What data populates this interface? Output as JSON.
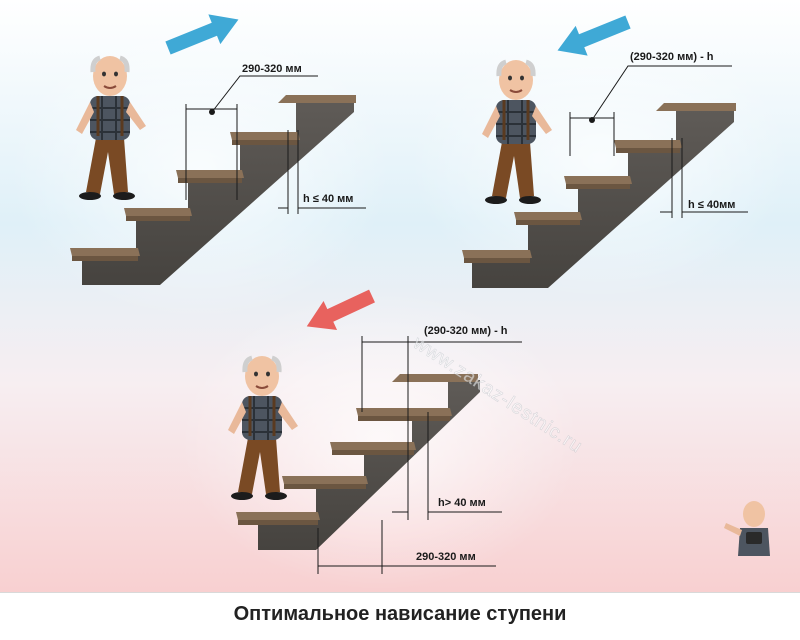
{
  "scenes": {
    "top_left": {
      "tread_depth": "290-320 мм",
      "overhang": "h ≤ 40 мм"
    },
    "top_right": {
      "tread_depth": "(290-320 мм) - h",
      "overhang": "h ≤ 40мм"
    },
    "bottom": {
      "tread_depth": "(290-320 мм) - h",
      "overhang": "h> 40 мм",
      "run": "290-320 мм"
    }
  },
  "watermark": "www.zakaz-lestnic.ru",
  "caption": "Оптимальное нависание ступени",
  "colors": {
    "arrow_blue": "#3fa9d6",
    "arrow_red": "#e8625e",
    "stair_side": "#55524f",
    "tread_top": "#8a7158"
  }
}
